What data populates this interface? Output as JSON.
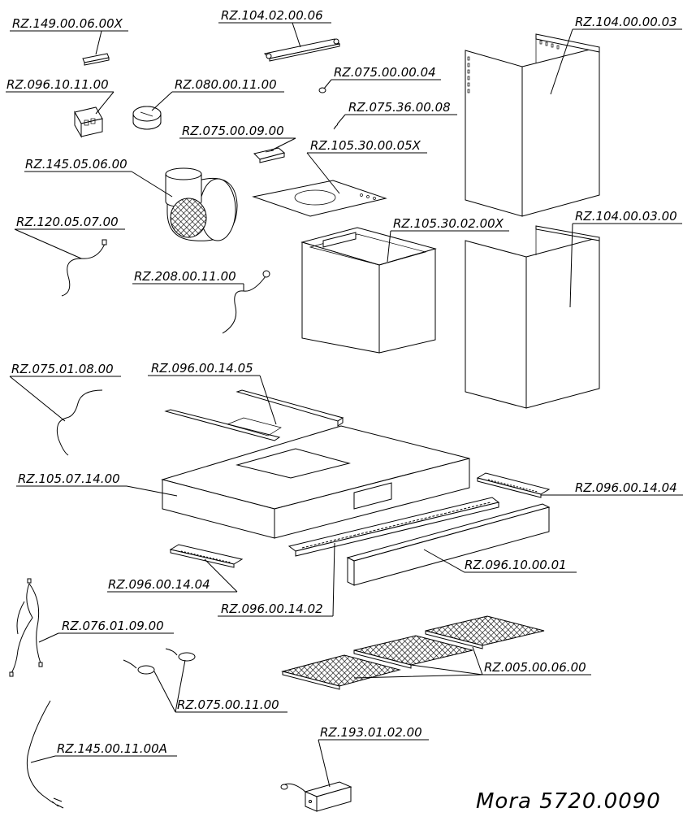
{
  "title": "Mora  5720.0090",
  "parts": [
    {
      "id": "rz-149-00-06-00x",
      "label": "RZ.149.00.06.00X"
    },
    {
      "id": "rz-104-02-00-06",
      "label": "RZ.104.02.00.06"
    },
    {
      "id": "rz-104-00-00-03",
      "label": "RZ.104.00.00.03"
    },
    {
      "id": "rz-096-10-11-00",
      "label": "RZ.096.10.11.00"
    },
    {
      "id": "rz-080-00-11-00",
      "label": "RZ.080.00.11.00"
    },
    {
      "id": "rz-075-00-00-04",
      "label": "RZ.075.00.00.04"
    },
    {
      "id": "rz-075-36-00-08",
      "label": "RZ.075.36.00.08"
    },
    {
      "id": "rz-075-00-09-00",
      "label": "RZ.075.00.09.00"
    },
    {
      "id": "rz-105-30-00-05x",
      "label": "RZ.105.30.00.05X"
    },
    {
      "id": "rz-145-05-06-00",
      "label": "RZ.145.05.06.00"
    },
    {
      "id": "rz-120-05-07-00",
      "label": "RZ.120.05.07.00"
    },
    {
      "id": "rz-105-30-02-00x",
      "label": "RZ.105.30.02.00X"
    },
    {
      "id": "rz-104-00-03-00",
      "label": "RZ.104.00.03.00"
    },
    {
      "id": "rz-208-00-11-00",
      "label": "RZ.208.00.11.00"
    },
    {
      "id": "rz-075-01-08-00",
      "label": "RZ.075.01.08.00"
    },
    {
      "id": "rz-096-00-14-05",
      "label": "RZ.096.00.14.05"
    },
    {
      "id": "rz-105-07-14-00",
      "label": "RZ.105.07.14.00"
    },
    {
      "id": "rz-096-00-14-04-right",
      "label": "RZ.096.00.14.04"
    },
    {
      "id": "rz-096-10-00-01",
      "label": "RZ.096.10.00.01"
    },
    {
      "id": "rz-096-00-14-04-left",
      "label": "RZ.096.00.14.04"
    },
    {
      "id": "rz-096-00-14-02",
      "label": "RZ.096.00.14.02"
    },
    {
      "id": "rz-076-01-09-00",
      "label": "RZ.076.01.09.00"
    },
    {
      "id": "rz-005-00-06-00",
      "label": "RZ.005.00.06.00"
    },
    {
      "id": "rz-075-00-11-00",
      "label": "RZ.075.00.11.00"
    },
    {
      "id": "rz-145-00-11-00a",
      "label": "RZ.145.00.11.00A"
    },
    {
      "id": "rz-193-01-02-00",
      "label": "RZ.193.01.02.00"
    }
  ]
}
